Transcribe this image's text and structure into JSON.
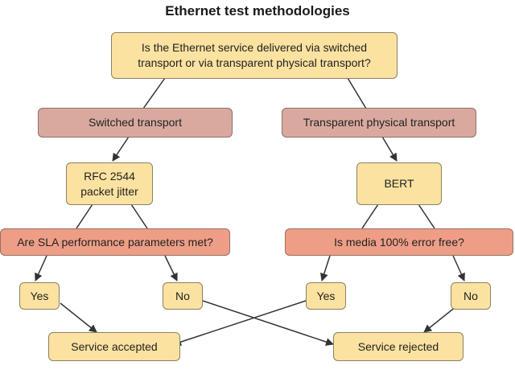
{
  "title": "Ethernet test methodologies",
  "nodes": {
    "question_transport": [
      "Is the Ethernet service delivered via switched",
      "transport or via transparent physical transport?"
    ],
    "switched_transport": "Switched transport",
    "transparent_transport": "Transparent physical transport",
    "rfc2544": [
      "RFC 2544",
      "packet jitter"
    ],
    "bert": "BERT",
    "sla_question": "Are SLA performance parameters met?",
    "media_question": "Is media 100% error free?",
    "sla_yes": "Yes",
    "sla_no": "No",
    "media_yes": "Yes",
    "media_no": "No",
    "service_accepted": "Service accepted",
    "service_rejected": "Service rejected"
  },
  "colors": {
    "question": "#fbe2a0",
    "transport": "#d9a9a0",
    "decision": "#ee9e86",
    "line": "#333333"
  }
}
